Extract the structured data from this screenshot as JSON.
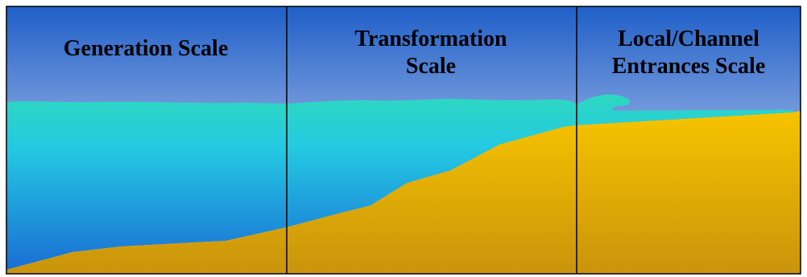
{
  "panels": [
    {
      "lines": [
        "Generation Scale"
      ]
    },
    {
      "lines": [
        "Transformation",
        "Scale"
      ]
    },
    {
      "lines": [
        "Local/Channel",
        "Entrances Scale"
      ]
    }
  ],
  "colors": {
    "sky_top": "#1f5fc8",
    "sky_bottom": "#f4f2fa",
    "water_surface": "#2ed8c0",
    "water_mid": "#24c9e2",
    "water_deep": "#1a6ed4",
    "sand_light": "#f7c400",
    "sand_dark": "#c9940c",
    "divider": "#000000"
  }
}
